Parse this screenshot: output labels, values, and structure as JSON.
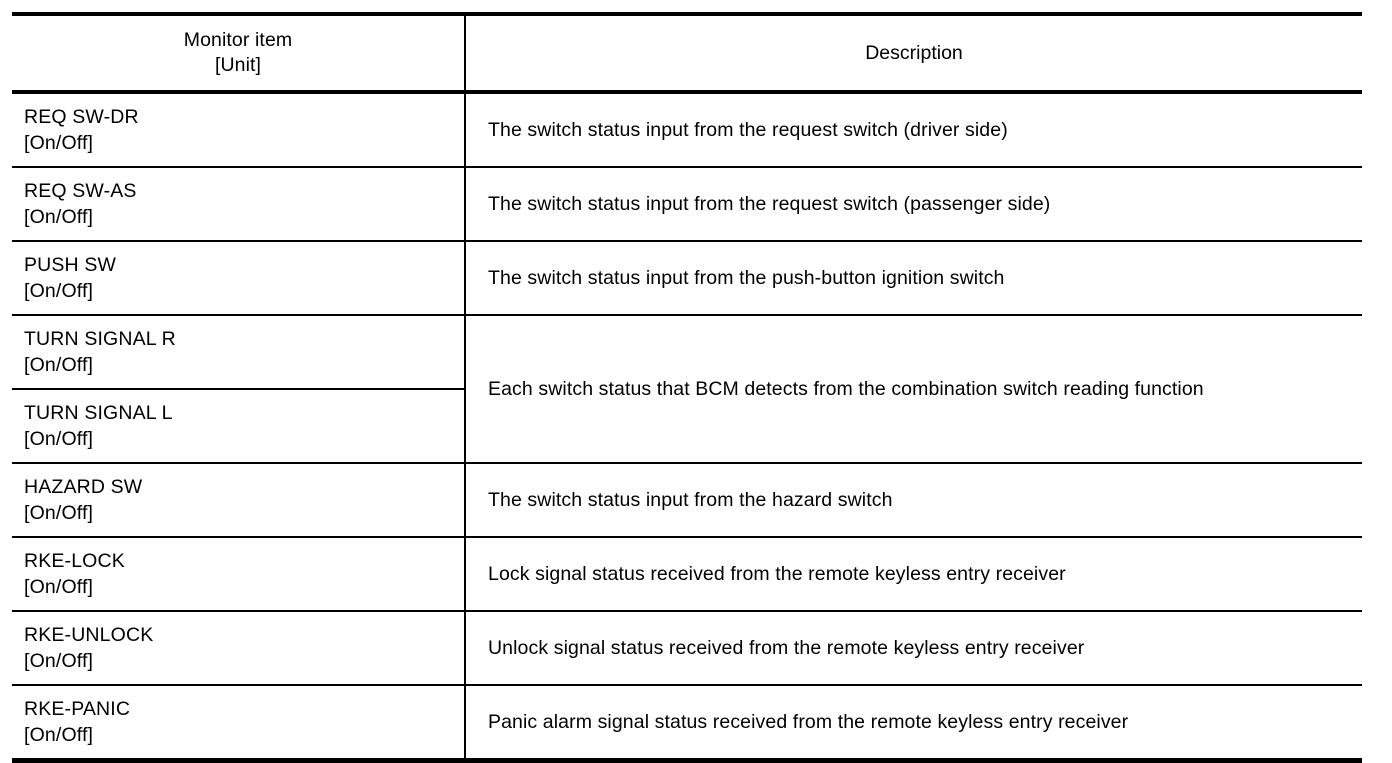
{
  "table": {
    "columns": [
      {
        "key": "item",
        "header_lines": [
          "Monitor item",
          "[Unit]"
        ]
      },
      {
        "key": "description",
        "header": "Description"
      }
    ],
    "rows": [
      {
        "item": "REQ SW-DR",
        "unit": "[On/Off]",
        "description": "The switch status input from the request switch (driver side)",
        "rowspan": 1
      },
      {
        "item": "REQ SW-AS",
        "unit": "[On/Off]",
        "description": "The switch status input from the request switch (passenger side)",
        "rowspan": 1
      },
      {
        "item": "PUSH SW",
        "unit": "[On/Off]",
        "description": "The switch status input from the push-button ignition switch",
        "rowspan": 1
      },
      {
        "item": "TURN SIGNAL R",
        "unit": "[On/Off]",
        "description": "Each switch status that BCM detects from the combination switch reading function",
        "rowspan": 2
      },
      {
        "item": "TURN SIGNAL L",
        "unit": "[On/Off]",
        "description": null,
        "rowspan": 0
      },
      {
        "item": "HAZARD SW",
        "unit": "[On/Off]",
        "description": "The switch status input from the hazard switch",
        "rowspan": 1
      },
      {
        "item": "RKE-LOCK",
        "unit": "[On/Off]",
        "description": "Lock signal status received from the remote keyless entry receiver",
        "rowspan": 1
      },
      {
        "item": "RKE-UNLOCK",
        "unit": "[On/Off]",
        "description": "Unlock signal status received from the remote keyless entry receiver",
        "rowspan": 1
      },
      {
        "item": "RKE-PANIC",
        "unit": "[On/Off]",
        "description": "Panic alarm signal status received from the remote keyless entry receiver",
        "rowspan": 1
      }
    ]
  },
  "style": {
    "text_color": "#000000",
    "background_color": "#ffffff",
    "rule_color": "#000000"
  }
}
